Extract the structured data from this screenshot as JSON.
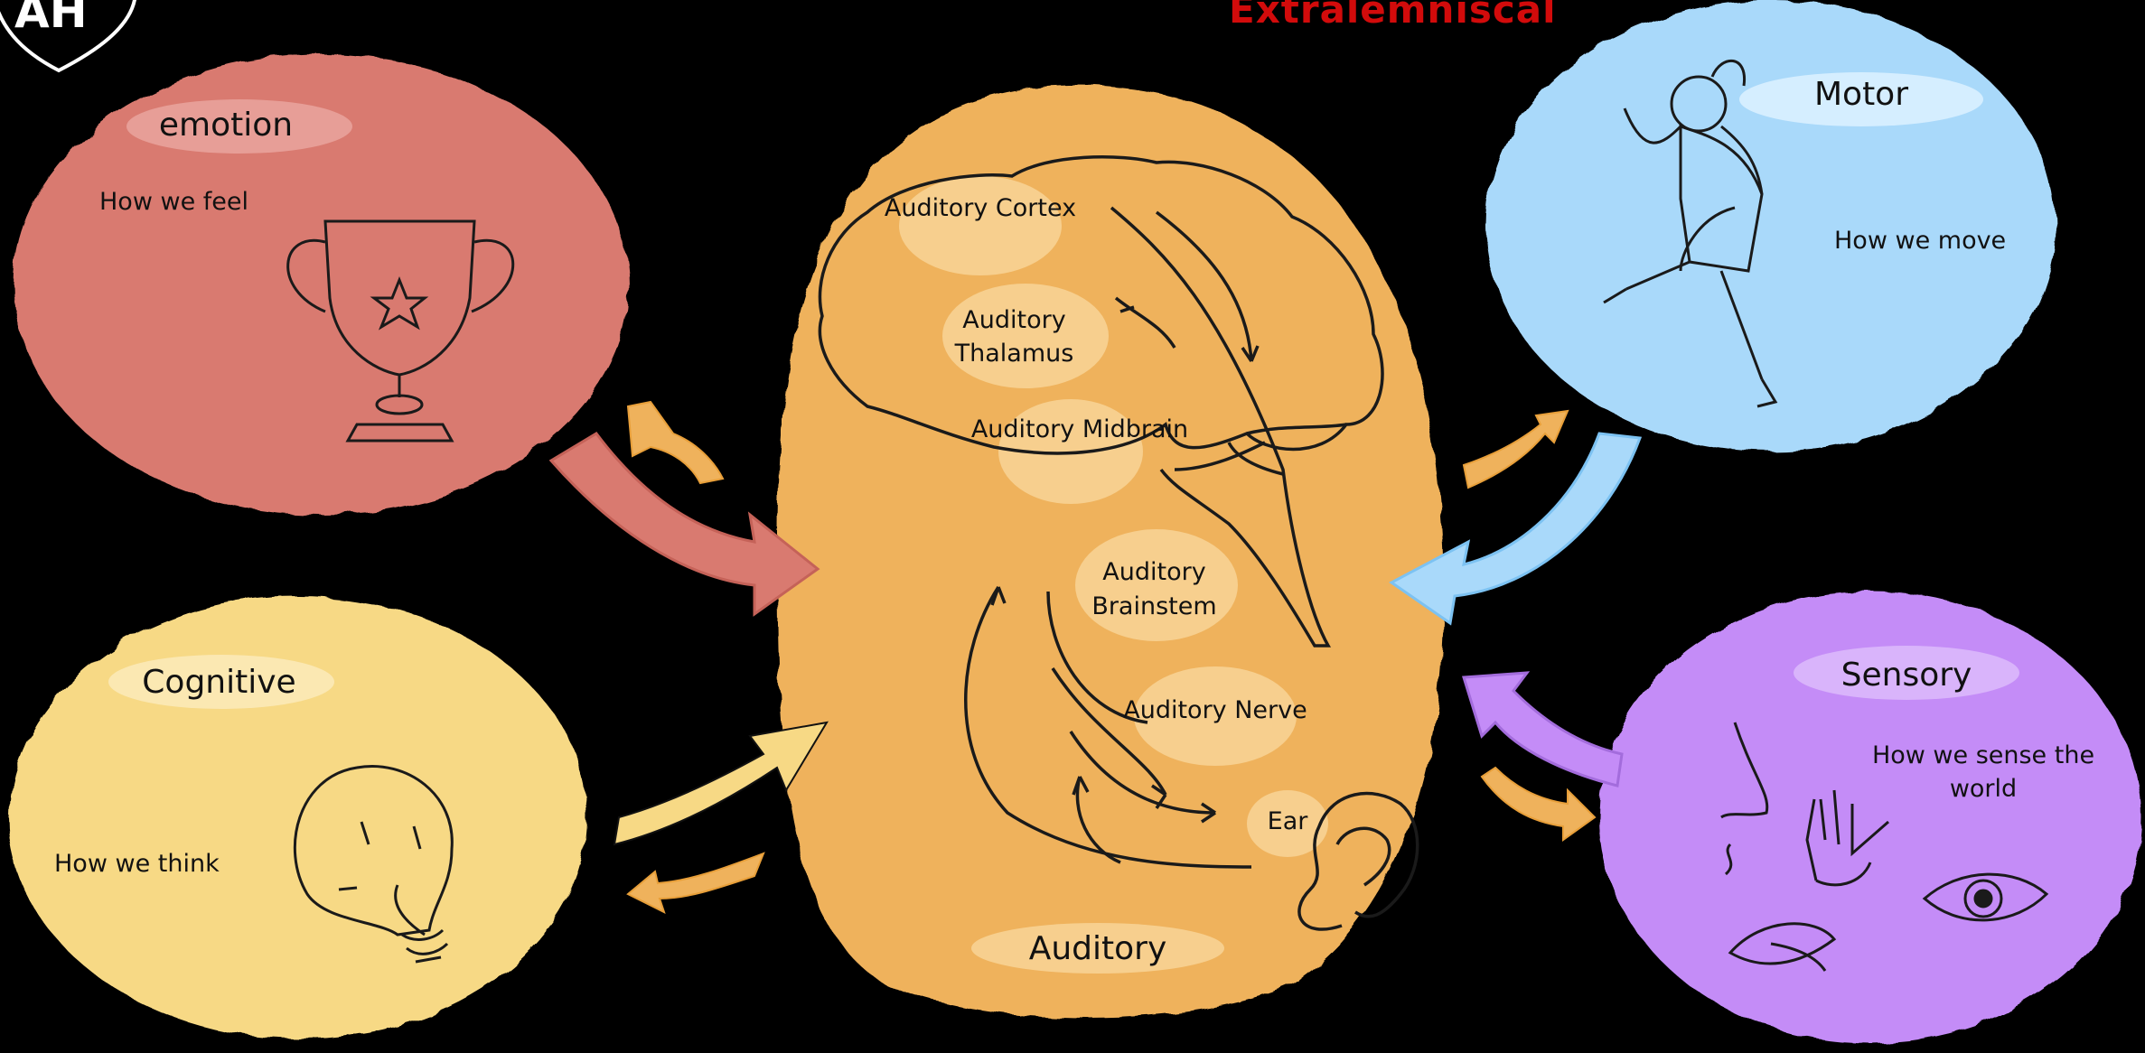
{
  "header": {
    "title": "Extralemniscal",
    "logo_text": "AH",
    "logo_icon": "heart-logo-icon"
  },
  "colors": {
    "background": "#000000",
    "emotion": "#d97a70",
    "cognitive": "#f7d985",
    "motor": "#a9d9fa",
    "sensory": "#c48cf7",
    "auditory": "#efb25c",
    "title_red": "#d20b0b"
  },
  "regions": {
    "emotion": {
      "title": "emotion",
      "subtitle": "How we feel",
      "icon": "trophy-icon"
    },
    "cognitive": {
      "title": "Cognitive",
      "subtitle": "How we think",
      "icon": "lightbulb-icon"
    },
    "motor": {
      "title": "Motor",
      "subtitle": "How we move",
      "icon": "walking-person-icon"
    },
    "sensory": {
      "title": "Sensory",
      "subtitle_line1": "How we sense the",
      "subtitle_line2": "world",
      "icon": "senses-icon"
    },
    "auditory": {
      "title": "Auditory",
      "nodes": {
        "cortex": "Auditory Cortex",
        "thalamus_1": "Auditory",
        "thalamus_2": "Thalamus",
        "midbrain": "Auditory Midbrain",
        "brainstem_1": "Auditory",
        "brainstem_2": "Brainstem",
        "nerve": "Auditory Nerve",
        "ear": "Ear"
      },
      "icons": [
        "brain-icon",
        "ear-icon"
      ]
    }
  }
}
